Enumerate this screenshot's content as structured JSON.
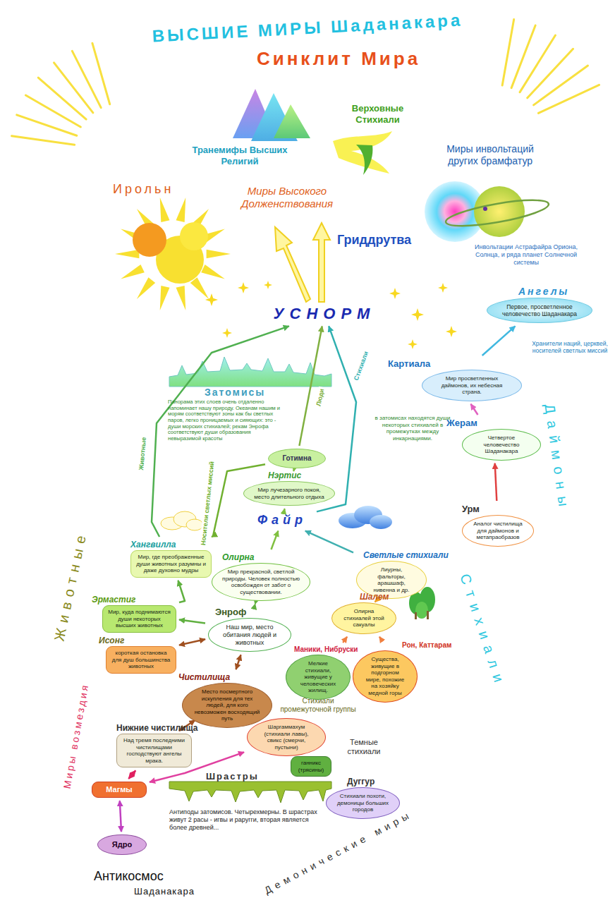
{
  "diagram": {
    "title": "ВЫСШИЕ МИРЫ Шаданакара",
    "nodes": [
      {
        "text": [
          "Ангелы",
          "Первое, просветленное человечество Шаданакара"
        ]
      },
      {
        "text": [
          "УСНОРМ"
        ]
      },
      {
        "text": [
          "Картиала",
          "Мир просветленных даймонов, их небесная страна."
        ]
      },
      {
        "text": [
          "Жерам",
          "Четвертое человечество Шаданакара"
        ]
      },
      {
        "text": [
          "Готимна"
        ]
      },
      {
        "text": [
          "Нэртис",
          "Мир лучезарного покоя, место длительного отдыха"
        ]
      },
      {
        "text": [
          "Урм",
          "Аналог чистилища для даймонов и метапраобразов"
        ]
      },
      {
        "text": [
          "Файр"
        ]
      },
      {
        "text": [
          "Хангвилла",
          "Мир, где преображенные души животных разумны и даже духовно мудры"
        ]
      },
      {
        "text": [
          "Олирна",
          "Мир прекрасной, светлой природы. Человек полностью освобожден от забот о существовании."
        ]
      },
      {
        "text": [
          "Светлые стихиали",
          "Лиурны, фальторы, арашшаф, нивенна и др."
        ]
      },
      {
        "text": [
          "Эрмастиг",
          "Мир, куда поднимаются души некоторых высших животных"
        ]
      },
      {
        "text": [
          "Шалем",
          "Олирна стихиалей этой сакуалы"
        ]
      },
      {
        "text": [
          "Энроф",
          "Наш мир, место обитания людей и животных"
        ]
      },
      {
        "text": [
          "Исонг",
          "короткая остановка для душ большинства животных"
        ]
      },
      {
        "text": [
          "Рон, Каттарам",
          "Существа, живущие в подгорном мире, похожие на хозяйку медной горы"
        ]
      },
      {
        "text": [
          "Маники, Нибруски",
          "Мелкие стихиали, живущие у человеческих жилищ."
        ]
      },
      {
        "text": [
          "Чистилища",
          "Место посмертного искупления для тех людей, для кого невозможен восходящий путь"
        ]
      },
      {
        "text": [
          "Шаргаммахум (стихиали лавы), свикс (смерчи, пустыни)"
        ]
      },
      {
        "text": [
          "Нижние чистилища",
          "Над тремя последними чистилищами господствуют ангелы мрака."
        ]
      },
      {
        "text": [
          "ганникс (трясины)"
        ]
      },
      {
        "text": [
          "Дуггур",
          "Стихиали похоти, демоницы больших городов"
        ]
      },
      {
        "text": [
          "Магмы"
        ]
      },
      {
        "text": [
          "Ядро"
        ]
      }
    ],
    "edges": [
      {
        "from": 8,
        "to": 1,
        "label": "Животные",
        "arrow": "to"
      },
      {
        "from": 4,
        "to": 1,
        "label": "Люди",
        "arrow": "to"
      },
      {
        "from": 7,
        "to": 1,
        "label": "Стихиали",
        "arrow": "to"
      },
      {
        "from": 4,
        "to": 8,
        "label": "Носители светлых миссий",
        "arrow": "to"
      },
      {
        "from": 6,
        "to": 3,
        "arrow": "to"
      },
      {
        "from": 3,
        "to": 2,
        "arrow": "to"
      },
      {
        "from": 2,
        "to": 0,
        "arrow": "to"
      },
      {
        "from": 7,
        "to": 5,
        "arrow": "to"
      },
      {
        "from": 5,
        "to": 4,
        "arrow": "to"
      },
      {
        "from": 9,
        "to": 7,
        "arrow": "to"
      },
      {
        "from": 10,
        "to": 7,
        "arrow": "to"
      },
      {
        "from": 13,
        "to": 9,
        "arrow": "both"
      },
      {
        "from": 11,
        "to": 8,
        "arrow": "to"
      },
      {
        "from": 13,
        "to": 11,
        "arrow": "to"
      },
      {
        "from": 13,
        "to": 14,
        "arrow": "both"
      },
      {
        "from": 12,
        "to": 10,
        "arrow": "to"
      },
      {
        "from": 16,
        "to": 12,
        "arrow": "to"
      },
      {
        "from": 15,
        "to": 12,
        "arrow": "to"
      },
      {
        "from": 17,
        "to": 13,
        "arrow": "both"
      },
      {
        "from": 19,
        "to": 17,
        "arrow": "both"
      },
      {
        "from": 22,
        "to": 19,
        "arrow": "both"
      },
      {
        "from": 22,
        "to": 18,
        "arrow": "both"
      },
      {
        "from": 22,
        "to": 23,
        "arrow": "both"
      }
    ],
    "labels": [
      "Синклит Мира",
      "Верховные Стихиали",
      "Транемифы Высших Религий",
      "Миры инвольтаций других брамфатур",
      "Ирольн",
      "Миры Высокого Долженствования",
      "Гриддрутва",
      "Инвольтации Астрафайра Ориона, Солнца, и ряда планет Солнечной системы",
      "Хранители наций, церквей, носителей светлых миссий",
      "Затомисы",
      "Панорама этих слоев очень отдаленно напоминает нашу природу. Океанам нашим и морям соответствуют зоны как бы светлых паров, легко проницаемых и сияющих: это - души морских стихиалей; рекам Энрофа соответствуют души образования невыразимой красоты",
      "Даймоны",
      "в затомисах находятся души некоторых стихиалей в промежутках между инкарнациями.",
      "Животные",
      "Стихиали",
      "Стихиали промежуточной группы",
      "Миры возмездия",
      "Темные стихиали",
      "Шрастры",
      "Антиподы затомисов. Четырехмерны. В шрастрах живут 2 расы - игвы и раругги, вторая является более древней...",
      "Демонические миры",
      "Антикосмос",
      "Шаданакара"
    ]
  }
}
